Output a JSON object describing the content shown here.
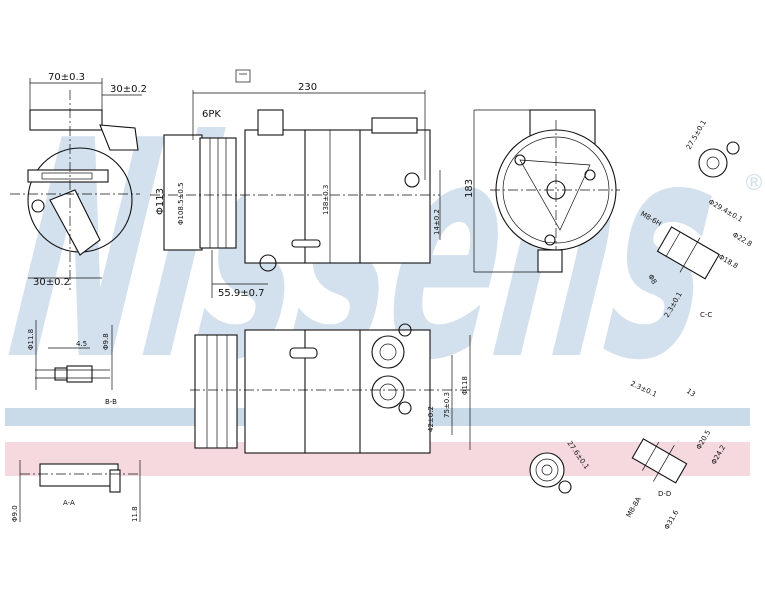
{
  "brand": {
    "watermark": "Nissens",
    "registered_mark": "®",
    "band_blue": "#c9dbe9",
    "band_pink": "#f5d9df",
    "watermark_color": "#d3e0ed"
  },
  "end_view": {
    "width_dim": "70±0.3",
    "offset_top": "30±0.2",
    "offset_bottom": "30±0.2"
  },
  "side_view": {
    "connector_symbol": "connector-icon",
    "length": "230",
    "belt": "6PK",
    "dia_outer": "Φ113",
    "dia_pulley": "Φ108.5±0.5",
    "height": "138±0.3",
    "mount_offset": "14±0.2",
    "pulley_offset": "55.9±0.7"
  },
  "front_view": {
    "height": "183"
  },
  "fitting_top": {
    "dim": "27.5±0.1"
  },
  "section_cc": {
    "thread": "M8-6H",
    "d1": "Φ29.4±0.1",
    "d2": "Φ22.8",
    "d3": "Φ18.8",
    "d4": "Φ8",
    "depth": "2.3±0.1",
    "label": "C-C"
  },
  "section_bb": {
    "d1": "Φ11.8",
    "len": "4.5",
    "d2": "Φ9.8",
    "label": "B-B"
  },
  "section_aa": {
    "d1": "Φ9.0",
    "label": "A-A",
    "d2": "11.8"
  },
  "bottom_view": {
    "dim1": "42±0.2",
    "dim2": "75±0.3",
    "dia": "Φ118"
  },
  "fitting_bottom": {
    "dim": "27.6±0.1"
  },
  "section_dd": {
    "depth": "2.3±0.1",
    "len": "13",
    "d1": "Φ20.5",
    "d2": "Φ24.2",
    "thread": "M8-8A",
    "d3": "Φ31.6",
    "label": "D-D"
  }
}
